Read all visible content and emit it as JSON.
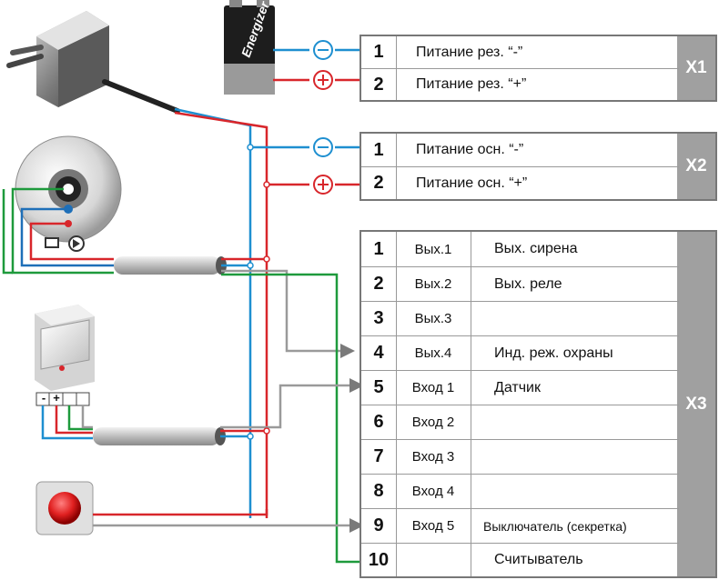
{
  "battery": {
    "brand": "Energizer"
  },
  "x1": {
    "label": "X1",
    "rows": [
      {
        "num": "1",
        "text": "Питание рез. “-”"
      },
      {
        "num": "2",
        "text": "Питание рез. “+”"
      }
    ]
  },
  "x2": {
    "label": "X2",
    "rows": [
      {
        "num": "1",
        "text": "Питание осн. “-”"
      },
      {
        "num": "2",
        "text": "Питание осн. “+”"
      }
    ]
  },
  "x3": {
    "label": "X3",
    "rows": [
      {
        "num": "1",
        "io": "Вых.1",
        "fn": "Вых. сирена"
      },
      {
        "num": "2",
        "io": "Вых.2",
        "fn": "Вых. реле"
      },
      {
        "num": "3",
        "io": "Вых.3",
        "fn": ""
      },
      {
        "num": "4",
        "io": "Вых.4",
        "fn": "Инд. реж. охраны"
      },
      {
        "num": "5",
        "io": "Вход 1",
        "fn": "Датчик"
      },
      {
        "num": "6",
        "io": "Вход 2",
        "fn": ""
      },
      {
        "num": "7",
        "io": "Вход 3",
        "fn": ""
      },
      {
        "num": "8",
        "io": "Вход 4",
        "fn": ""
      },
      {
        "num": "9",
        "io": "Вход 5",
        "fn": "Выключатель (секретка)"
      },
      {
        "num": "10",
        "io": "",
        "fn": "Считыватель"
      }
    ]
  },
  "sensor_terminals": [
    "-",
    "+",
    "",
    ""
  ],
  "colors": {
    "wire_red": "#d8262b",
    "wire_blue": "#1e8fd0",
    "wire_green": "#1e9a3c",
    "wire_gray": "#9a9a9a",
    "header_gray": "#a0a0a0"
  }
}
